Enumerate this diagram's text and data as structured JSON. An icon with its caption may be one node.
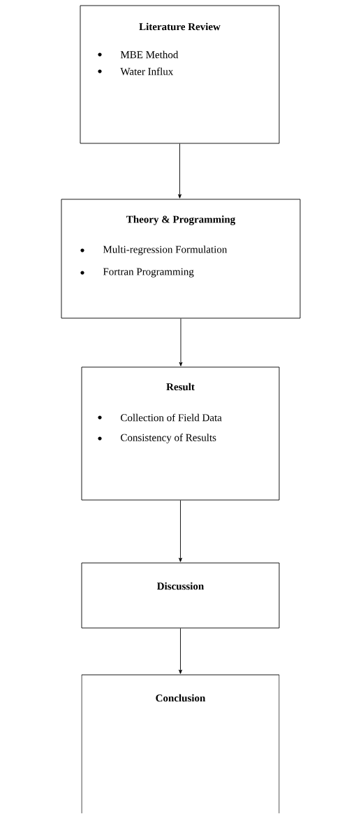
{
  "diagram": {
    "nodes": [
      {
        "text": [
          "Literature Review",
          "MBE Method",
          "Water Influx"
        ]
      },
      {
        "text": [
          "Theory & Programming",
          "Multi-regression Formulation",
          "Fortran Programming"
        ]
      },
      {
        "text": [
          "Result",
          "Collection of Field Data",
          "Consistency of Results"
        ]
      },
      {
        "text": [
          "Discussion"
        ]
      },
      {
        "text": [
          "Conclusion"
        ]
      }
    ],
    "edges": [
      {
        "from": 0,
        "to": 1,
        "arrow": "to"
      },
      {
        "from": 1,
        "to": 2,
        "arrow": "to"
      },
      {
        "from": 2,
        "to": 3,
        "arrow": "to"
      },
      {
        "from": 3,
        "to": 4,
        "arrow": "to"
      }
    ]
  }
}
